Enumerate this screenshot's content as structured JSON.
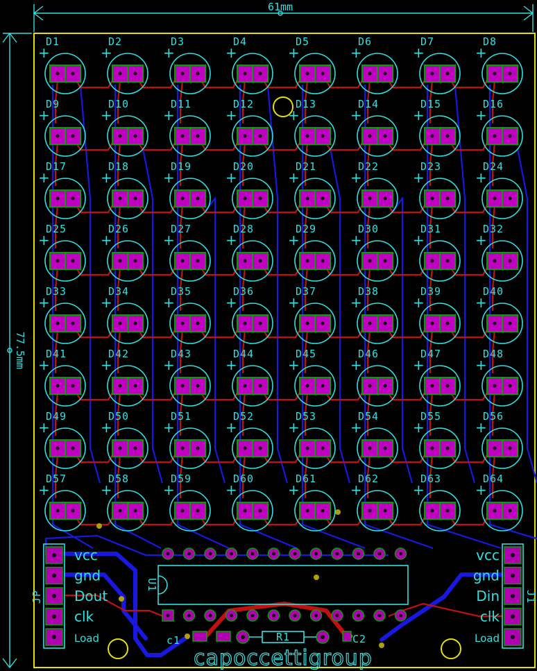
{
  "dimensions": {
    "width_label": "61mm",
    "height_label": "77.5mm"
  },
  "grid": {
    "rows": 8,
    "cols": 8,
    "polarity_mark": "+"
  },
  "leds": [
    "D1",
    "D2",
    "D3",
    "D4",
    "D5",
    "D6",
    "D7",
    "D8",
    "D9",
    "D10",
    "D11",
    "D12",
    "D13",
    "D14",
    "D15",
    "D16",
    "D17",
    "D18",
    "D19",
    "D20",
    "D21",
    "D22",
    "D23",
    "D24",
    "D25",
    "D26",
    "D27",
    "D28",
    "D29",
    "D30",
    "D31",
    "D32",
    "D33",
    "D34",
    "D35",
    "D36",
    "D37",
    "D38",
    "D39",
    "D40",
    "D41",
    "D42",
    "D43",
    "D44",
    "D45",
    "D46",
    "D47",
    "D48",
    "D49",
    "D50",
    "D51",
    "D52",
    "D53",
    "D54",
    "D55",
    "D56",
    "D57",
    "D58",
    "D59",
    "D60",
    "D61",
    "D62",
    "D63",
    "D64"
  ],
  "connector_left": {
    "ref": "JP",
    "pins": [
      "vcc",
      "gnd",
      "Dout",
      "clk",
      "Load"
    ]
  },
  "connector_right": {
    "ref": "J1",
    "pins": [
      "vcc",
      "gnd",
      "Din",
      "clk",
      "Load"
    ]
  },
  "ic": {
    "ref": "U1"
  },
  "parts": {
    "c1": "c1",
    "r1": "R1",
    "c2": "C2"
  },
  "brand": "capoccettigroup",
  "colors": {
    "silkscreen": "#2fe0e0",
    "pad": "#c000c0",
    "top_trace": "#c01010",
    "bottom_trace": "#1818e0",
    "outline": "#e8e000"
  }
}
